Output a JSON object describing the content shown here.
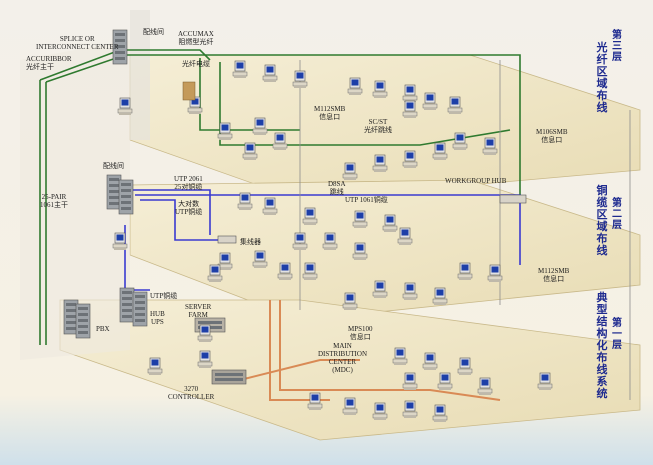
{
  "colors": {
    "fiber": "#2f7a2f",
    "utp": "#3a3ad0",
    "backbone": "#d98a55",
    "floor": "#efe6c8",
    "heading": "#1e2a8f"
  },
  "floor_headings": {
    "third": {
      "title": "光纤区域布线",
      "level": "第三层"
    },
    "second": {
      "title": "铜缆区域布线",
      "level": "第二层"
    },
    "first": {
      "title": "典型结构化布线系统",
      "level": "第一层"
    }
  },
  "labels": {
    "peixianjian_top": "配线间",
    "accumax_line1": "ACCUMAX",
    "accumax_line2": "阻燃型光纤",
    "splice_line1": "SPLICE OR",
    "splice_line2": "INTERCONNECT CENTER",
    "accuribbor_line1": "ACCURIBBOR",
    "accuribbor_line2": "光纤主干",
    "fiber_cable": "光纤电缆",
    "m112smb_top_line1": "M112SMB",
    "m112smb_top_line2": "信息口",
    "scst_line1": "SC/ST",
    "scst_line2": "光纤跳线",
    "m106smb_line1": "M106SMB",
    "m106smb_line2": "信息口",
    "peixianjian_mid": "配线间",
    "utp2061_line1": "UTP 2061",
    "utp2061_line2": "25对铜缆",
    "pair25_line1": "25-PAIR",
    "pair25_line2": "1061主干",
    "d8sa_line1": "D8SA",
    "d8sa_line2": "跳线",
    "utp1061": "UTP 1061铜缆",
    "workgroup_hub": "WORKGROUP HUB",
    "large_pair_line1": "大对数",
    "large_pair_line2": "UTP铜缆",
    "concentrator": "集线器",
    "m112smb_mid_line1": "M112SMB",
    "m112smb_mid_line2": "信息口",
    "utp_copper": "UTP铜缆",
    "hub_ups_line1": "HUB",
    "hub_ups_line2": "UPS",
    "server_farm_line1": "SERVER",
    "server_farm_line2": "FARM",
    "pbx": "PBX",
    "mps100_line1": "MPS100",
    "mps100_line2": "信息口",
    "mdc_line1": "MAIN",
    "mdc_line2": "DISTRIBUTION",
    "mdc_line3": "CENTER",
    "mdc_line4": "(MDC)",
    "controller_line1": "3270",
    "controller_line2": "CONTROLLER"
  }
}
